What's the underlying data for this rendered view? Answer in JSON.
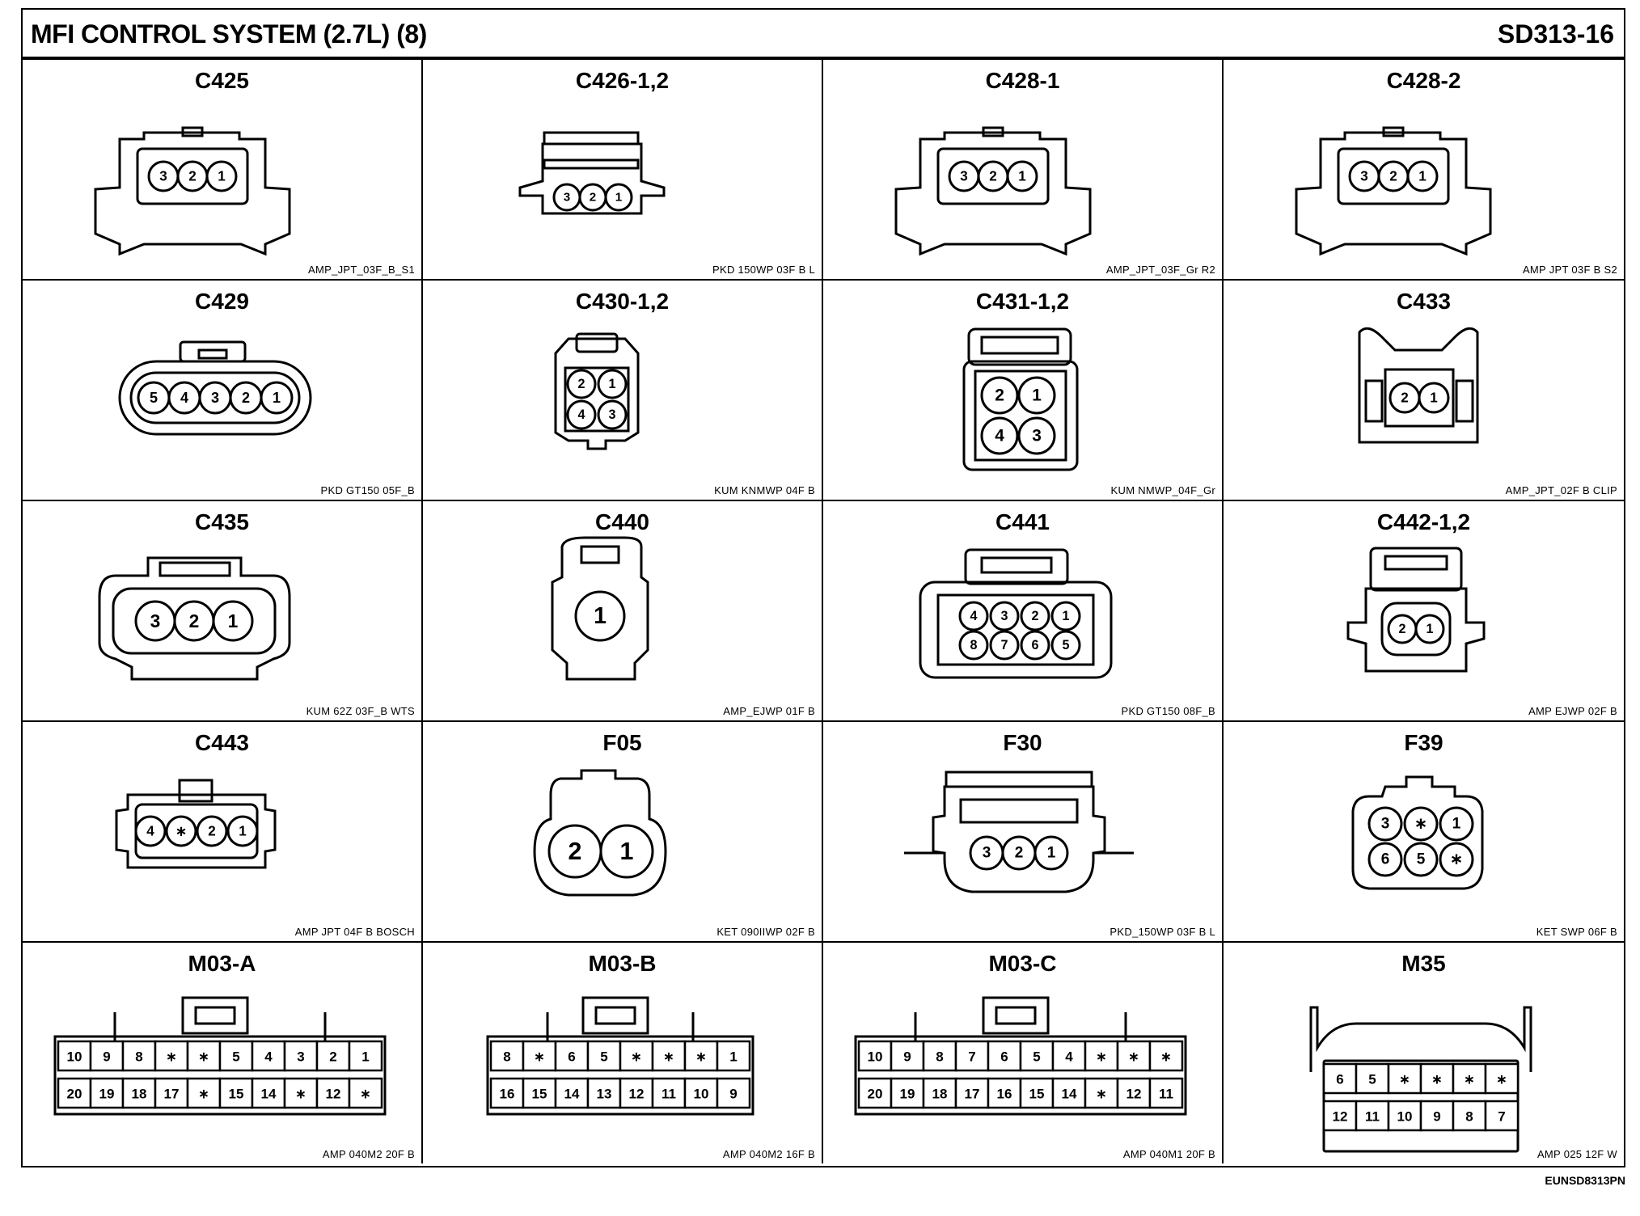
{
  "header": {
    "title": "MFI CONTROL SYSTEM (2.7L) (8)",
    "page_code": "SD313-16"
  },
  "footer": {
    "code": "EUNSD8313PN"
  },
  "connectors": [
    {
      "name": "C425",
      "code": "AMP_JPT_03F_B_S1",
      "style": "tri",
      "pins": [
        "3",
        "2",
        "1"
      ]
    },
    {
      "name": "C426-1,2",
      "code": "PKD 150WP 03F B L",
      "style": "wp",
      "pins": [
        "3",
        "2",
        "1"
      ]
    },
    {
      "name": "C428-1",
      "code": "AMP_JPT_03F_Gr R2",
      "style": "tri",
      "pins": [
        "3",
        "2",
        "1"
      ]
    },
    {
      "name": "C428-2",
      "code": "AMP JPT 03F B S2",
      "style": "tri",
      "pins": [
        "3",
        "2",
        "1"
      ]
    },
    {
      "name": "C429",
      "code": "PKD GT150 05F_B",
      "style": "oval",
      "pins": [
        "5",
        "4",
        "3",
        "2",
        "1"
      ]
    },
    {
      "name": "C430-1,2",
      "code": "KUM KNMWP 04F B",
      "style": "quad-small",
      "pins": [
        "2",
        "1",
        "4",
        "3"
      ]
    },
    {
      "name": "C431-1,2",
      "code": "KUM NMWP_04F_Gr",
      "style": "quad-large",
      "pins": [
        "2",
        "1",
        "4",
        "3"
      ]
    },
    {
      "name": "C433",
      "code": "AMP_JPT_02F B CLIP",
      "style": "clip",
      "pins": [
        "2",
        "1"
      ]
    },
    {
      "name": "C435",
      "code": "KUM 62Z 03F_B WTS",
      "style": "tri-big",
      "pins": [
        "3",
        "2",
        "1"
      ]
    },
    {
      "name": "C440",
      "code": "AMP_EJWP 01F B",
      "style": "single",
      "pins": [
        "1"
      ]
    },
    {
      "name": "C441",
      "code": "PKD GT150 08F_B",
      "style": "eight",
      "pins": [
        "4",
        "3",
        "2",
        "1",
        "8",
        "7",
        "6",
        "5"
      ]
    },
    {
      "name": "C442-1,2",
      "code": "AMP EJWP 02F B",
      "style": "ejwp2",
      "pins": [
        "2",
        "1"
      ]
    },
    {
      "name": "C443",
      "code": "AMP JPT 04F B BOSCH",
      "style": "bosch",
      "pins": [
        "4",
        "*",
        "2",
        "1"
      ]
    },
    {
      "name": "F05",
      "code": "KET 090IIWP 02F B",
      "style": "f05",
      "pins": [
        "2",
        "1"
      ]
    },
    {
      "name": "F30",
      "code": "PKD_150WP 03F B L",
      "style": "f30",
      "pins": [
        "3",
        "2",
        "1"
      ]
    },
    {
      "name": "F39",
      "code": "KET SWP 06F B",
      "style": "hex",
      "pins": [
        "3",
        "*",
        "1",
        "6",
        "5",
        "*"
      ]
    },
    {
      "name": "M03-A",
      "code": "AMP 040M2 20F B",
      "style": "block",
      "cols": 10,
      "pins": [
        "10",
        "9",
        "8",
        "*",
        "*",
        "5",
        "4",
        "3",
        "2",
        "1",
        "20",
        "19",
        "18",
        "17",
        "*",
        "15",
        "14",
        "*",
        "12",
        "*"
      ]
    },
    {
      "name": "M03-B",
      "code": "AMP 040M2 16F B",
      "style": "block",
      "cols": 8,
      "pins": [
        "8",
        "*",
        "6",
        "5",
        "*",
        "*",
        "*",
        "1",
        "16",
        "15",
        "14",
        "13",
        "12",
        "11",
        "10",
        "9"
      ]
    },
    {
      "name": "M03-C",
      "code": "AMP 040M1 20F B",
      "style": "block",
      "cols": 10,
      "pins": [
        "10",
        "9",
        "8",
        "7",
        "6",
        "5",
        "4",
        "*",
        "*",
        "*",
        "20",
        "19",
        "18",
        "17",
        "16",
        "15",
        "14",
        "*",
        "12",
        "11"
      ]
    },
    {
      "name": "M35",
      "code": "AMP 025 12F W",
      "style": "block35",
      "cols": 6,
      "pins": [
        "6",
        "5",
        "*",
        "*",
        "*",
        "*",
        "12",
        "11",
        "10",
        "9",
        "8",
        "7"
      ]
    }
  ]
}
